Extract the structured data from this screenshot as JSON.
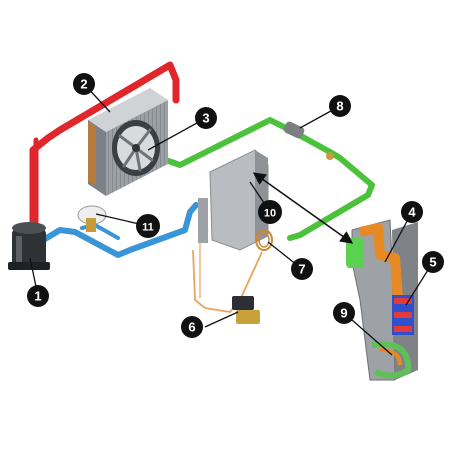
{
  "colors": {
    "discharge_line": "#e0262b",
    "liquid_line": "#4cc13c",
    "suction_line": "#3a95d8",
    "capillary": "#e8a55f",
    "marker_fill": "#111111",
    "marker_text": "#ffffff",
    "housing": "#b9bcc0",
    "condenser_fins": "#8a8f94"
  },
  "markers": [
    {
      "id": "m1",
      "label": "1",
      "icon": "compressor"
    },
    {
      "id": "m2",
      "label": "2",
      "icon": "condenser"
    },
    {
      "id": "m3",
      "label": "3",
      "icon": "condenser-fan"
    },
    {
      "id": "m4",
      "label": "4",
      "icon": "evaporator-channel"
    },
    {
      "id": "m5",
      "label": "5",
      "icon": "evaporator-coil"
    },
    {
      "id": "m6",
      "label": "6",
      "icon": "solenoid-valve"
    },
    {
      "id": "m7",
      "label": "7",
      "icon": "thermostat-bulb"
    },
    {
      "id": "m8",
      "label": "8",
      "icon": "filter-drier"
    },
    {
      "id": "m9",
      "label": "9",
      "icon": "auger"
    },
    {
      "id": "m10",
      "label": "10",
      "icon": "evaporator-housing"
    },
    {
      "id": "m11",
      "label": "11",
      "icon": "expansion-valve"
    }
  ]
}
